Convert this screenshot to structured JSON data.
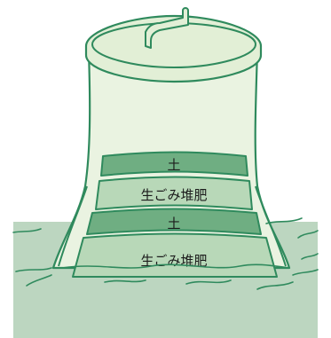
{
  "layers": [
    {
      "label": "土"
    },
    {
      "label": "生ごみ堆肥"
    },
    {
      "label": "土"
    },
    {
      "label": "生ごみ堆肥"
    }
  ],
  "colors": {
    "outline": "#2f8a5d",
    "container_fill": "#eaf3e1",
    "lid_top": "#e2efd6",
    "ground": "#bcd6c0",
    "ground_texture": "#2f8a5d",
    "soil_layer": "#6fae82",
    "compost_layer": "#b8d8b8",
    "text": "#1c1c1c"
  }
}
